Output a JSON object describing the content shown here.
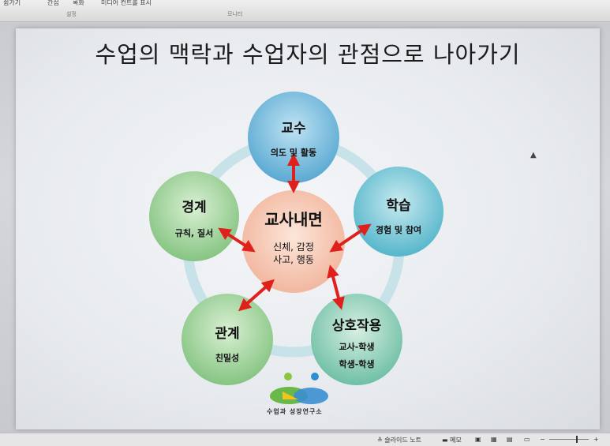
{
  "ribbon": {
    "menu_items": [
      "쉼가기",
      "간접",
      "록화",
      "미디어 컨트롤 표시"
    ],
    "group_labels": [
      "설정",
      "모니터"
    ]
  },
  "slide": {
    "title": "수업의 맥락과 수업자의 관점으로 나아가기",
    "center": {
      "title": "교사내면",
      "sub_line1": "신체, 감정",
      "sub_line2": "사고, 행동"
    },
    "nodes": {
      "top": {
        "title": "교수",
        "sub": "의도 및 활동"
      },
      "right": {
        "title": "학습",
        "sub": "경험 및 참여"
      },
      "bottom_right": {
        "title": "상호작용",
        "sub_line1": "교사-학생",
        "sub_line2": "학생-학생"
      },
      "bottom_left": {
        "title": "관계",
        "sub": "친밀성"
      },
      "left": {
        "title": "경계",
        "sub": "규칙, 질서"
      }
    },
    "logo_text": "수업과 성장연구소"
  },
  "statusbar": {
    "notes_label": "슬라이드 노트",
    "comments_label": "메모"
  },
  "colors": {
    "node_top": "#6fb6d8",
    "node_right": "#6fc0cf",
    "node_green": "#8ccc8a",
    "center": "#f6cbb6",
    "arrow": "#e0201b"
  }
}
